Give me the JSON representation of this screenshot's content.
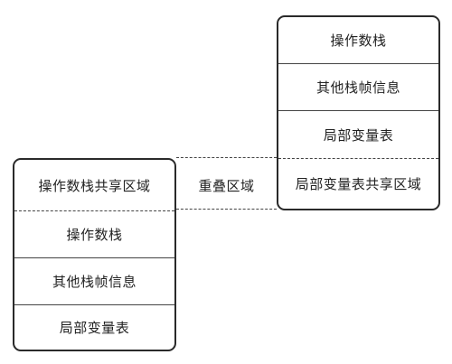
{
  "upper_frame": {
    "rows": [
      "操作数栈",
      "其他栈帧信息",
      "局部变量表",
      "局部变量表共享区域"
    ]
  },
  "lower_frame": {
    "rows": [
      "操作数栈共享区域",
      "操作数栈",
      "其他栈帧信息",
      "局部变量表"
    ]
  },
  "overlap_label": "重叠区域"
}
